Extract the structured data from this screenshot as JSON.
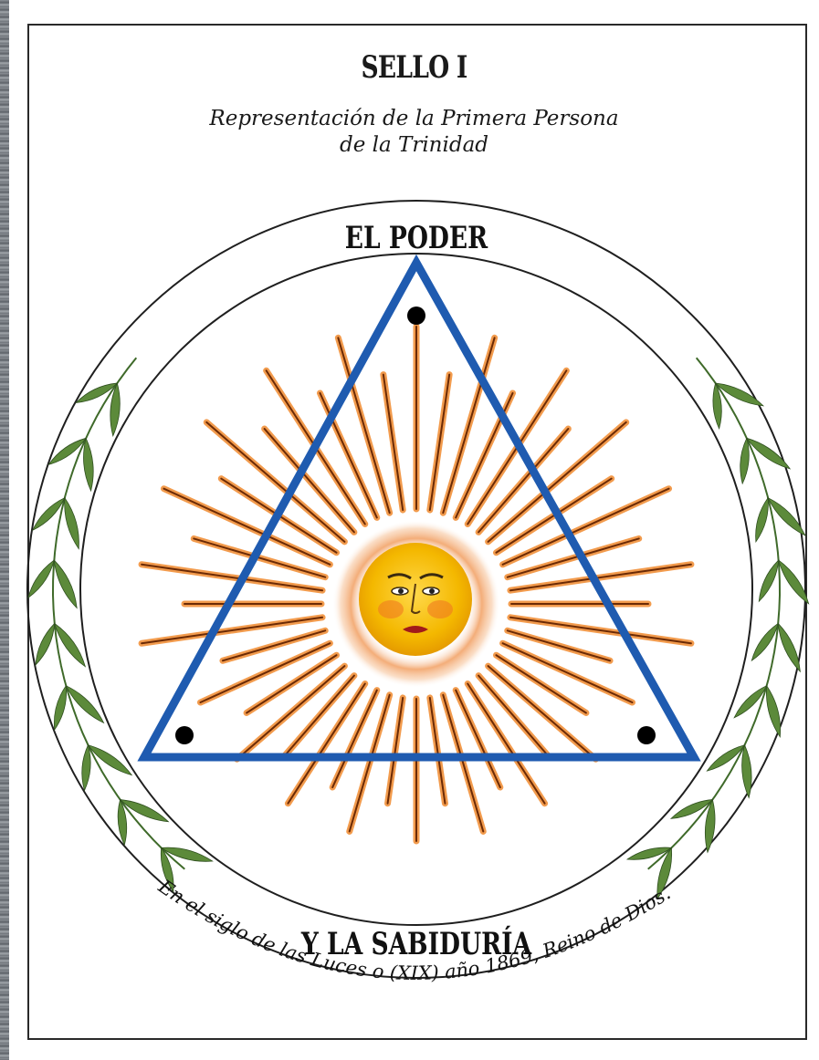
{
  "seal": {
    "title": "SELLO I",
    "subtitle_line1": "Representación de la Primera Persona",
    "subtitle_line2": "de la Trinidad",
    "top_label": "EL PODER",
    "bottom_label": "Y LA SABIDURÍA",
    "arc_caption": "En el siglo de las Luces o (XIX) año 1869, Reino de Dios."
  },
  "colors": {
    "triangle": "#1f5bb0",
    "rays_outer": "#f08a2e",
    "rays_core": "#6b2a05",
    "sun_face": "#f4c20d",
    "leaves": "#5c8a3a"
  },
  "icons": [
    "eye-of-providence-triangle",
    "sun-face-icon",
    "laurel-branch-icon"
  ]
}
